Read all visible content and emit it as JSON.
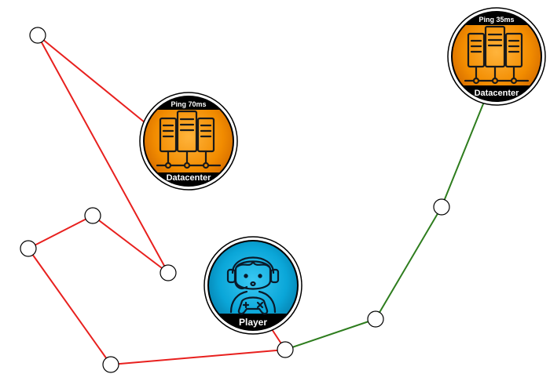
{
  "colors": {
    "red_path": "#e8201e",
    "green_path": "#2e7d1e",
    "datacenter_orange": "#f08a00",
    "datacenter_orange_light": "#ffa62a",
    "player_blue": "#0aa6d8",
    "player_blue_light": "#33c3ee",
    "badge_black": "#000000"
  },
  "nodes": {
    "datacenter_far": {
      "label": "Datacenter",
      "ping": "Ping 70ms",
      "icon": "server-rack-icon"
    },
    "datacenter_near": {
      "label": "Datacenter",
      "ping": "Ping 35ms",
      "icon": "server-rack-icon"
    },
    "player": {
      "label": "Player",
      "icon": "gamer-headset-icon"
    }
  },
  "routes": [
    {
      "name": "red-route",
      "status": "slow",
      "color_key": "red_path"
    },
    {
      "name": "green-route",
      "status": "fast",
      "color_key": "green_path"
    }
  ]
}
